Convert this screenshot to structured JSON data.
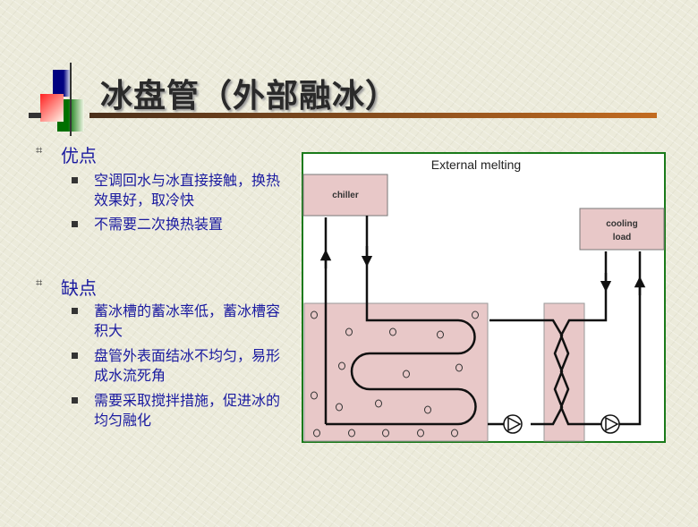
{
  "title": "冰盘管（外部融冰）",
  "sections": [
    {
      "heading": "优点",
      "items": [
        "空调回水与冰直接接触，换热效果好，取冷快",
        "不需要二次换热装置"
      ]
    },
    {
      "heading": "缺点",
      "items": [
        "蓄冰槽的蓄冰率低，蓄冰槽容积大",
        "盘管外表面结冰不均匀，易形成水流死角",
        "需要采取搅拌措施，促进冰的均匀融化"
      ]
    }
  ],
  "diagram": {
    "title": "External melting",
    "chiller": "chiller",
    "load_line1": "cooling",
    "load_line2": "load"
  },
  "colors": {
    "box_fill": "#e8c8c8",
    "frame": "#1a7a1a",
    "title_rule_end": "#c26b20"
  }
}
